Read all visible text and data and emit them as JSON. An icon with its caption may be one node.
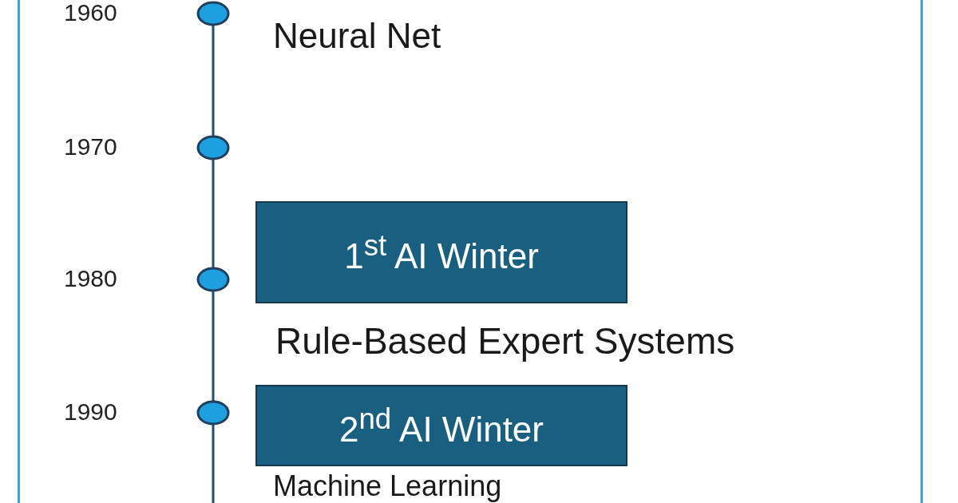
{
  "diagram": {
    "nodes": [
      {
        "text": [],
        "shape": "circle",
        "beside": [
          "1960"
        ]
      },
      {
        "text": [],
        "shape": "circle",
        "beside": [
          "1970"
        ]
      },
      {
        "text": [],
        "shape": "circle",
        "beside": [
          "1980"
        ]
      },
      {
        "text": [],
        "shape": "circle",
        "beside": [
          "1990"
        ]
      },
      {
        "text": [
          "1$^{st}$ AI Winter"
        ]
      },
      {
        "text": [
          "2$^{nd}$ AI Winter"
        ]
      }
    ],
    "edges": [
      {
        "from": 0,
        "to": 1,
        "arrow": "none"
      },
      {
        "from": 1,
        "to": 2,
        "arrow": "none"
      },
      {
        "from": 2,
        "to": 3,
        "arrow": "none"
      },
      {
        "from": 3,
        "to": null,
        "arrow": "none"
      }
    ],
    "labels": [
      "Neural Net",
      "Rule-Based Expert Systems",
      "Machine Learning"
    ]
  }
}
